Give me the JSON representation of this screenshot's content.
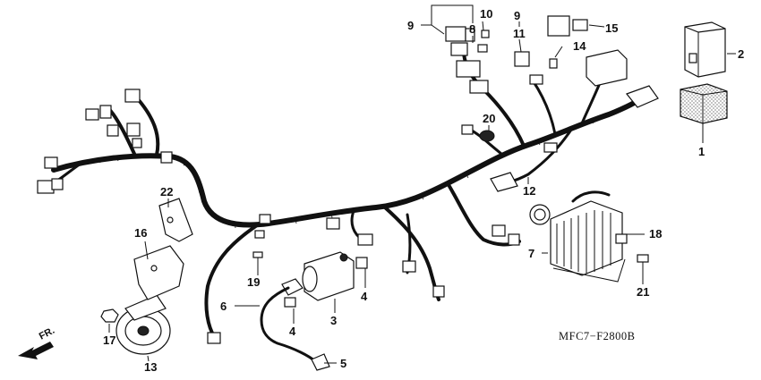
{
  "diagram": {
    "drawing_code": "MFC7−F2800B",
    "direction_label": "FR.",
    "callouts": [
      {
        "id": "c1",
        "label": "1"
      },
      {
        "id": "c2",
        "label": "2"
      },
      {
        "id": "c3",
        "label": "3"
      },
      {
        "id": "c4a",
        "label": "4"
      },
      {
        "id": "c4b",
        "label": "4"
      },
      {
        "id": "c5",
        "label": "5"
      },
      {
        "id": "c6",
        "label": "6"
      },
      {
        "id": "c7",
        "label": "7"
      },
      {
        "id": "c8",
        "label": "8"
      },
      {
        "id": "c9a",
        "label": "9"
      },
      {
        "id": "c9b",
        "label": "9"
      },
      {
        "id": "c10",
        "label": "10"
      },
      {
        "id": "c11",
        "label": "11"
      },
      {
        "id": "c12",
        "label": "12"
      },
      {
        "id": "c13",
        "label": "13"
      },
      {
        "id": "c14",
        "label": "14"
      },
      {
        "id": "c15",
        "label": "15"
      },
      {
        "id": "c16",
        "label": "16"
      },
      {
        "id": "c17",
        "label": "17"
      },
      {
        "id": "c18",
        "label": "18"
      },
      {
        "id": "c19",
        "label": "19"
      },
      {
        "id": "c20",
        "label": "20"
      },
      {
        "id": "c21",
        "label": "21"
      },
      {
        "id": "c22",
        "label": "22"
      }
    ]
  }
}
